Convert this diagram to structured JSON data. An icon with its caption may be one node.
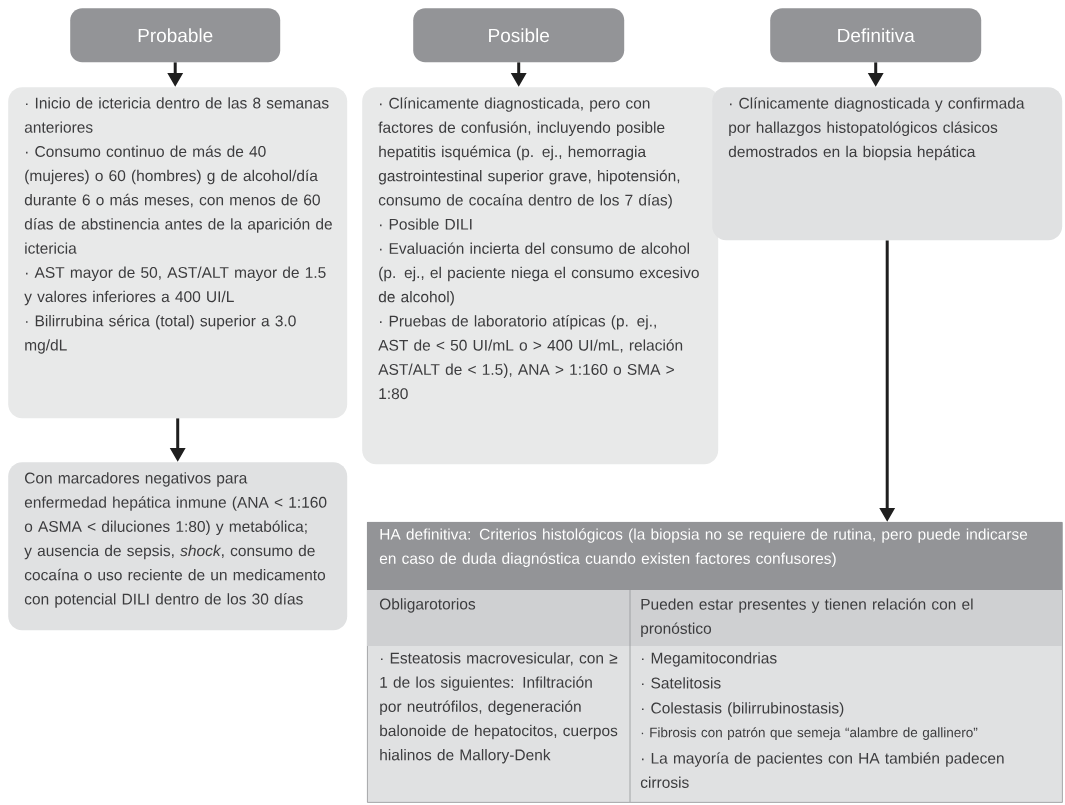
{
  "diagram": {
    "nodes": [
      {
        "text": [
          "Probable"
        ]
      },
      {
        "text": [
          "Posible"
        ]
      },
      {
        "text": [
          "Definitiva"
        ]
      },
      {
        "text": [
          "· Inicio de ictericia dentro de las 8 semanas anteriores",
          "· Consumo continuo de más de 40 (mujeres) o 60 (hombres) g de alcohol/día durante 6 o más meses, con menos de 60 días de abstinencia antes de la aparición de ictericia",
          "· AST mayor de 50, AST/ALT mayor de 1.5 y valores inferiores a 400 UI/L",
          "· Bilirrubina sérica (total) superior a 3.0 mg/dL"
        ]
      },
      {
        "text": [
          "· Clínicamente diagnosticada, pero con factores de confusión, incluyendo posible hepatitis isquémica (p. ej., hemorragia gastrointestinal superior grave, hipotensión, consumo de cocaína dentro de los 7 días)",
          "· Posible DILI",
          "· Evaluación incierta del consumo de alcohol (p. ej., el paciente niega el consumo excesivo de alcohol)",
          "· Pruebas de laboratorio atípicas (p. ej., AST de < 50 UI/mL o > 400 UI/mL, relación AST/ALT de < 1.5), ANA > 1:160 o SMA > 1:80"
        ]
      },
      {
        "text": [
          "· Clínicamente diagnosticada y confirmada por hallazgos histopatológicos clásicos demostrados en la biopsia hepática"
        ]
      },
      {
        "text": [
          "Con marcadores negativos para enfermedad hepática inmune (ANA < 1:160 o ASMA < diluciones 1:80) y metabólica; y ausencia de sepsis, *shock*, consumo de cocaína o uso reciente de un medicamento con potencial DILI dentro de los 30 días"
        ]
      },
      {
        "text": [
          "HA definitiva: Criterios histológicos (la biopsia no se requiere de rutina, pero puede indicarse en caso de duda diagnóstica cuando existen factores confusores)"
        ]
      }
    ],
    "edges": [
      {
        "from": 0,
        "to": 3,
        "arrow": "to"
      },
      {
        "from": 1,
        "to": 4,
        "arrow": "to"
      },
      {
        "from": 2,
        "to": 5,
        "arrow": "to"
      },
      {
        "from": 3,
        "to": 6,
        "arrow": "to"
      },
      {
        "from": 5,
        "to": 7,
        "arrow": "to"
      }
    ],
    "labels": [
      "Obligarotorios",
      "Pueden estar presentes y tienen relación con el pronóstico",
      "· Esteatosis macrovesicular, con ≥ 1 de los siguientes: Infiltración por neutrófilos, degeneración balonoide de hepatocitos, cuerpos hialinos de Mallory-Denk",
      "· Megamitocondrias",
      "· Satelitosis",
      "· Colestasis (bilirrubinostasis)",
      "· Fibrosis con patrón que semeja “alambre de gallinero”",
      "· La mayoría de pacientes con HA también padecen cirrosis"
    ]
  }
}
